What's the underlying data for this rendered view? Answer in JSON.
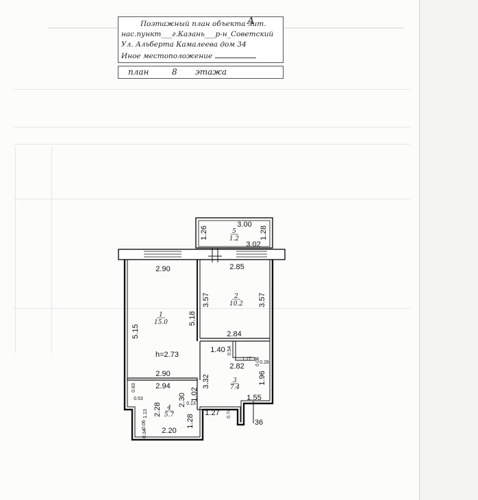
{
  "stamp": {
    "line1": "Поэтажный план объекта лит.",
    "lit": "А",
    "line2": "нас.пункт___г.Казань___р-н_Советский",
    "line3": "Ул. Альберта Камалеева  дом 34",
    "line4": "Иное местоположение"
  },
  "floor": {
    "plan": "план",
    "number": "8",
    "suffix": "этажа"
  },
  "rooms": {
    "r1": {
      "num": "1",
      "area": "15.0",
      "height": "h=2.73"
    },
    "r2": {
      "num": "2",
      "area": "10.2"
    },
    "r3": {
      "num": "3",
      "area": "7.4"
    },
    "r4": {
      "num": "4",
      "area": "5.7"
    },
    "r5": {
      "num": "5",
      "area": "1.2"
    }
  },
  "dims": {
    "d_300": "3.00",
    "d_126": "1.26",
    "d_128a": "1.28",
    "d_302": "3.02",
    "d_290a": "2.90",
    "d_285": "2.85",
    "d_515": "5.15",
    "d_518": "5.18",
    "d_357a": "3.57",
    "d_357b": "3.57",
    "d_284": "2.84",
    "d_140": "1.40",
    "d_054": "0.54",
    "d_117": "1.17",
    "d_008": "0.08",
    "d_028": "0.28",
    "d_290b": "2.90",
    "d_282": "2.82",
    "d_332": "3.32",
    "d_196": "1.96",
    "d_294": "2.94",
    "d_083": "0.83",
    "d_053": "0.53",
    "d_228": "2.28",
    "d_230": "2.30",
    "d_102": "1.02",
    "d_013": "0.13",
    "d_155": "1.55",
    "d_127": "1.27",
    "d_074": "0.74",
    "d_113": "1.13",
    "d_006": "0.06",
    "d_128b": "1.28",
    "d_034": "0.34",
    "d_220": "2.20",
    "d_36": "36"
  }
}
